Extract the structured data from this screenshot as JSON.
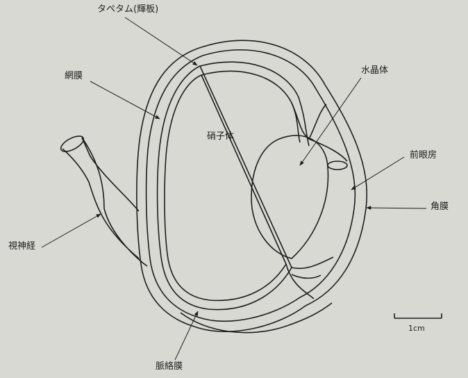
{
  "labels": {
    "tapetum": "タペタム(輝板)",
    "retina": "網膜",
    "vitreous": "硝子体",
    "lens": "水晶体",
    "anterior_chamber": "前眼房",
    "cornea": "角膜",
    "optic_nerve": "視神経",
    "choroid": "脈絡膜"
  },
  "scale_bar": {
    "label": "1cm"
  },
  "colors": {
    "background": "#d9d9d3",
    "ink": "#1c1c1c"
  }
}
